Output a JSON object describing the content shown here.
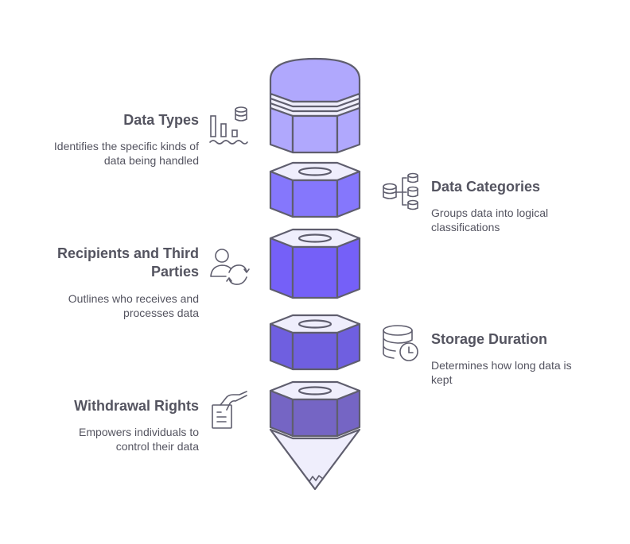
{
  "diagram": {
    "type": "pencil-stack",
    "colors": {
      "stroke": "#5f5e6e",
      "text": "#545460",
      "light": "#efeefc",
      "segment_1": "#b0a8fd",
      "segment_2": "#8577fc",
      "segment_3": "#7560f8",
      "segment_4": "#6f5fe0",
      "segment_5": "#7565c4"
    },
    "items": [
      {
        "title": "Data Types",
        "description": "Identifies the specific kinds of data being handled",
        "side": "left",
        "icon": "data-types-icon"
      },
      {
        "title": "Data Categories",
        "description": "Groups data into logical classifications",
        "side": "right",
        "icon": "database-hierarchy-icon"
      },
      {
        "title": "Recipients and Third Parties",
        "description": "Outlines who receives and processes data",
        "side": "left",
        "icon": "user-sync-icon"
      },
      {
        "title": "Storage Duration",
        "description": "Determines how long data is kept",
        "side": "right",
        "icon": "database-clock-icon"
      },
      {
        "title": "Withdrawal Rights",
        "description": "Empowers individuals to control their data",
        "side": "left",
        "icon": "hand-document-icon"
      }
    ]
  },
  "labels": {
    "item0": {
      "title": "Data Types",
      "desc_line1": "Identifies the specific kinds of",
      "desc_line2": "data being handled"
    },
    "item1": {
      "title": "Data Categories",
      "desc_line1": "Groups data into logical",
      "desc_line2": "classifications"
    },
    "item2": {
      "title_line1": "Recipients and Third",
      "title_line2": "Parties",
      "desc_line1": "Outlines who receives and",
      "desc_line2": "processes data"
    },
    "item3": {
      "title": "Storage Duration",
      "desc_line1": "Determines how long data is",
      "desc_line2": "kept"
    },
    "item4": {
      "title": "Withdrawal Rights",
      "desc_line1": "Empowers individuals to",
      "desc_line2": "control their data"
    }
  }
}
